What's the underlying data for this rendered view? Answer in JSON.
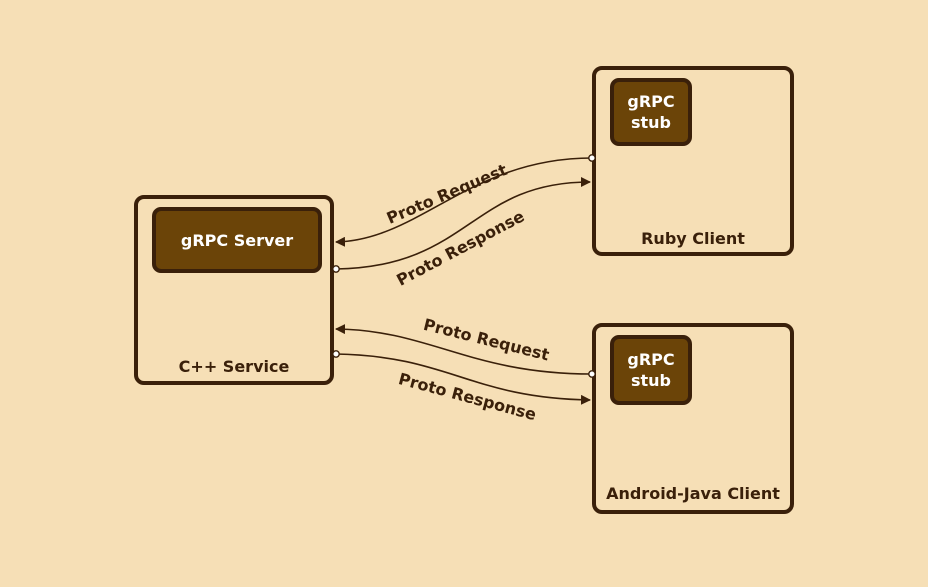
{
  "nodes": {
    "cpp_service": {
      "label": "C++ Service",
      "inner": "gRPC Server"
    },
    "ruby_client": {
      "label": "Ruby Client",
      "inner_line1": "gRPC",
      "inner_line2": "stub"
    },
    "android_client": {
      "label": "Android-Java Client",
      "inner_line1": "gRPC",
      "inner_line2": "stub"
    }
  },
  "edges": {
    "ruby_request": "Proto Request",
    "ruby_response": "Proto Response",
    "android_request": "Proto Request",
    "android_response": "Proto Response"
  },
  "colors": {
    "background": "#f6dfb6",
    "stroke": "#3a200a",
    "inner_fill": "#6b4408",
    "inner_text": "#ffffff"
  }
}
